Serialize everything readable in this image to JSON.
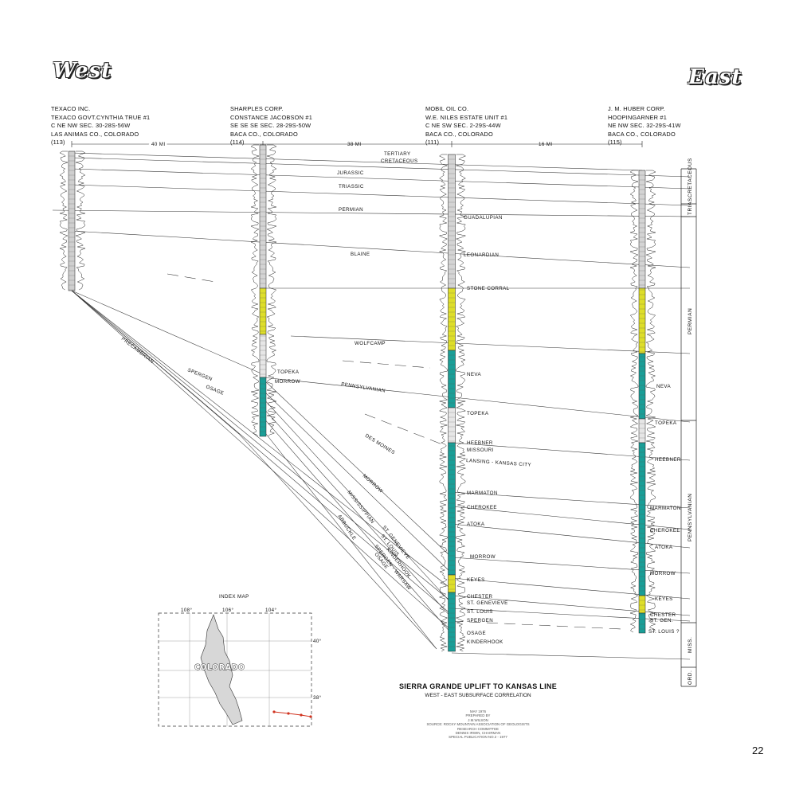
{
  "header": {
    "west": "West",
    "east": "East"
  },
  "wells": [
    {
      "lines": [
        "TEXACO INC.",
        "TEXACO GOVT.CYNTHIA TRUE #1",
        "C NE NW SEC. 30-28S-56W",
        "LAS ANIMAS CO., COLORADO",
        "(113)"
      ]
    },
    {
      "lines": [
        "SHARPLES CORP.",
        "CONSTANCE JACOBSON #1",
        "SE SE SE SEC. 28-29S-50W",
        "BACA CO., COLORADO",
        "(114)"
      ]
    },
    {
      "lines": [
        "MOBIL OIL CO.",
        "W.E. NILES ESTATE UNIT #1",
        "C NE SW SEC. 2-29S-44W",
        "BACA CO., COLORADO",
        "(111)"
      ]
    },
    {
      "lines": [
        "J. M. HUBER CORP.",
        "HOOPINGARNER #1",
        "NE NW SEC. 32-29S-41W",
        "BACA CO., COLORADO",
        "(115)"
      ]
    }
  ],
  "distances": [
    "40 MI",
    "38 MI",
    "16 MI"
  ],
  "formations_middle": [
    "TERTIARY",
    "CRETACEOUS",
    "JURASSIC",
    "TRIASSIC",
    "PERMIAN",
    "BLAINE",
    "WOLFCAMP",
    "PENNSYLVANIAN",
    "DES MOINES",
    "MORROW",
    "MISSISSIPPIAN",
    "ST. GENEVIEVE",
    "ST. LOUIS",
    "SPERGEN - WARSAW",
    "OSAGE",
    "ARBUCKLE",
    "KINDERHOOK"
  ],
  "formations_west": [
    "PRECAMBRIAN",
    "SPERGEN",
    "OSAGE",
    "TOPEKA",
    "MORROW"
  ],
  "formations_well3": [
    "GUADALUPIAN",
    "LEONARDIAN",
    "STONE CORRAL",
    "NEVA",
    "TOPEKA",
    "HEEBNER",
    "MISSOURI",
    "LANSING - KANSAS CITY",
    "MARMATON",
    "CHEROKEE",
    "ATOKA",
    "MORROW",
    "KEYES",
    "CHESTER",
    "ST. GENEVIEVE",
    "ST. LOUIS",
    "SPERGEN",
    "OSAGE",
    "KINDERHOOK"
  ],
  "formations_well4": [
    "NEVA",
    "TOPEKA",
    "HEEBNER",
    "MARMATON",
    "CHEROKEE",
    "ATOKA",
    "MORROW",
    "KEYES",
    "CHESTER",
    "ST. GEN.",
    "ST. LOUIS ?"
  ],
  "system_column": [
    "CRETACEOUS",
    "TRIAS.",
    "PERMIAN",
    "PENNSYLVANIAN",
    "MISS.",
    "ORD."
  ],
  "index_map": {
    "title": "INDEX MAP",
    "state": "COLORADO",
    "lon_labels": [
      "108°",
      "106°",
      "104°"
    ],
    "lat_labels": [
      "40°",
      "38°"
    ]
  },
  "footer": {
    "title": "SIERRA GRANDE UPLIFT TO KANSAS LINE",
    "subtitle": "WEST - EAST SUBSURFACE CORRELATION",
    "credits": [
      "MAY 1976",
      "PREPARED BY",
      "J.M.WILSON",
      "SOURCE: ROCKY MOUNTAIN ASSOCIATION OF GEOLOGISTS",
      "RESEARCH COMMITTEE",
      "DENNIS IRWIN, CHAIRMAN",
      "SPECIAL PUBLICATION NO.2 - 1977"
    ]
  },
  "page_number": "22",
  "colors": {
    "teal": "#1a9e97",
    "yellow": "#dede2a",
    "line": "#222222",
    "route": "#d0331f"
  }
}
